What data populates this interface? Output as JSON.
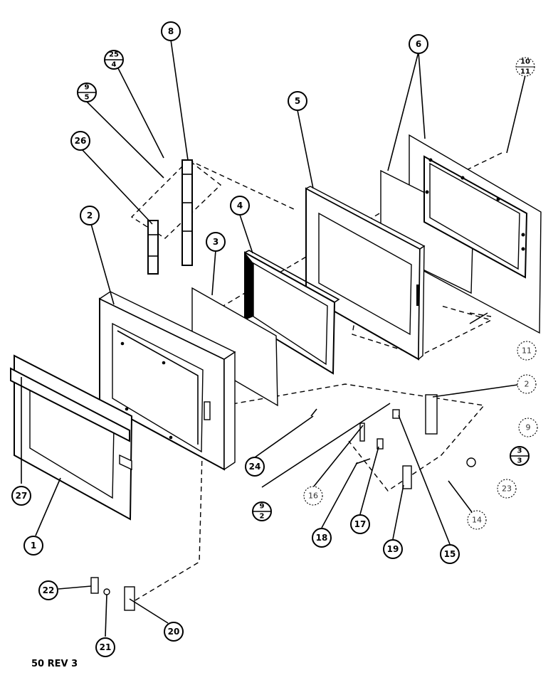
{
  "diagram": {
    "footer_text": "50 REV 3",
    "callouts": {
      "c1": "1",
      "c2a": "2",
      "c2b": "2",
      "c3": "3",
      "c4": "4",
      "c5": "5",
      "c6": "6",
      "c8": "8",
      "c9": "9",
      "c14": "14",
      "c15": "15",
      "c16": "16",
      "c17": "17",
      "c18": "18",
      "c19": "19",
      "c20": "20",
      "c21": "21",
      "c22": "22",
      "c23": "23",
      "c24": "24",
      "c26": "26",
      "c27": "27",
      "c11": "11"
    },
    "fraction_callouts": {
      "f25_4": {
        "top": "25",
        "bottom": "4"
      },
      "f9_5": {
        "top": "9",
        "bottom": "5"
      },
      "f10_11": {
        "top": "10",
        "bottom": "11"
      },
      "f9_2": {
        "top": "9",
        "bottom": "2"
      },
      "f3_3": {
        "top": "3",
        "bottom": "3"
      }
    }
  }
}
